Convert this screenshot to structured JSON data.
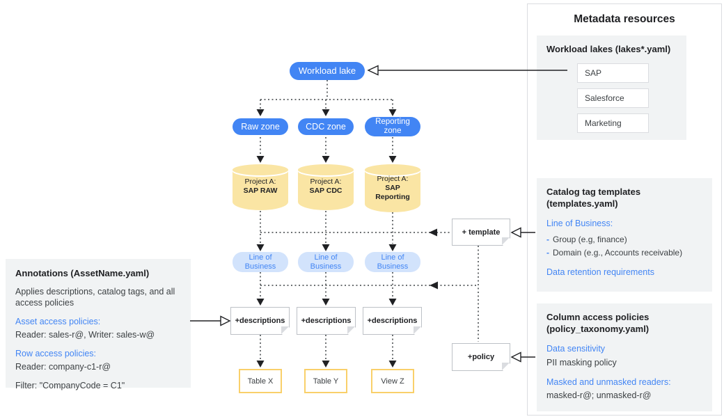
{
  "diagram": {
    "workload_lake": "Workload lake",
    "zones": [
      "Raw zone",
      "CDC zone",
      "Reporting zone"
    ],
    "projects": [
      {
        "line1": "Project A:",
        "line2": "SAP RAW"
      },
      {
        "line1": "Project A:",
        "line2": "SAP CDC"
      },
      {
        "line1": "Project A:",
        "line2": "SAP Reporting"
      }
    ],
    "lob_label": "Line of Business",
    "descriptions_label": "+descriptions",
    "template_label": "+ template",
    "policy_label": "+policy",
    "outputs": [
      "Table X",
      "Table Y",
      "View Z"
    ]
  },
  "annotations_panel": {
    "title": "Annotations (AssetName.yaml)",
    "description": "Applies descriptions, catalog tags, and all access policies",
    "asset_heading": "Asset access policies:",
    "asset_value": "Reader: sales-r@, Writer: sales-w@",
    "row_heading": "Row access policies:",
    "row_value": "Reader: company-c1-r@",
    "filter_value": "Filter: \"CompanyCode = C1\""
  },
  "metadata_panel": {
    "title": "Metadata resources",
    "workload_lakes": {
      "title": "Workload lakes (lakes*.yaml)",
      "items": [
        "SAP",
        "Salesforce",
        "Marketing"
      ]
    },
    "catalog_templates": {
      "title": "Catalog tag templates (templates.yaml)",
      "lob_heading": "Line of Business:",
      "items": [
        "Group (e.g, finance)",
        "Domain (e.g., Accounts receivable)"
      ],
      "retention_heading": "Data retention requirements"
    },
    "column_policies": {
      "title": "Column access policies (policy_taxonomy.yaml)",
      "sensitivity_heading": "Data sensitivity",
      "sensitivity_value": "PII masking policy",
      "readers_heading": "Masked and unmasked readers:",
      "readers_value": "masked-r@; unmasked-r@"
    }
  },
  "colors": {
    "node_blue": "#4285F4",
    "node_lightblue": "#D2E3FC",
    "cylinder_gold": "#FAE5A4",
    "table_border_gold": "#F9D06A",
    "panel_gray": "#F1F3F4",
    "border_gray": "#DADCE0",
    "text_dark": "#202124",
    "text_blue": "#4285F4"
  }
}
